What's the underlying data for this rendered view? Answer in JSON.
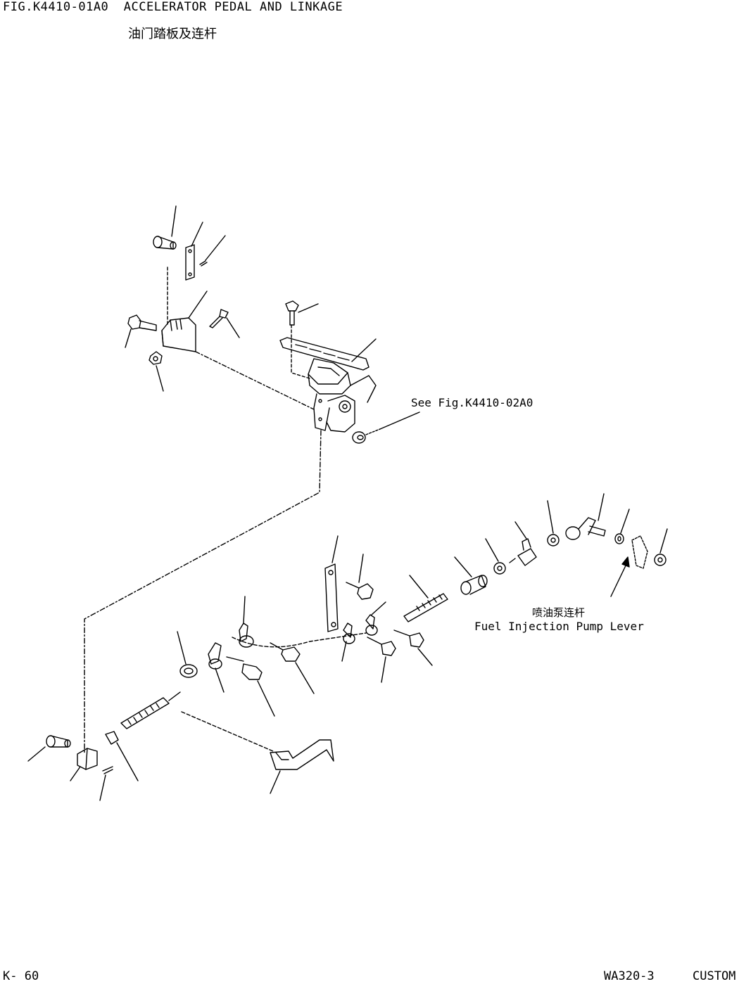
{
  "header": {
    "figure_title": "FIG.K4410-01A0  ACCELERATOR PEDAL AND LINKAGE",
    "figure_title_cn": "油门踏板及连杆"
  },
  "annotations": {
    "see_fig": "See Fig.K4410-02A0",
    "pump_lever_cn": "喷油泵连杆",
    "pump_lever_en": "Fuel Injection Pump Lever"
  },
  "footer": {
    "page": "K- 60",
    "model": "WA320-3",
    "variant": "CUSTOM"
  }
}
